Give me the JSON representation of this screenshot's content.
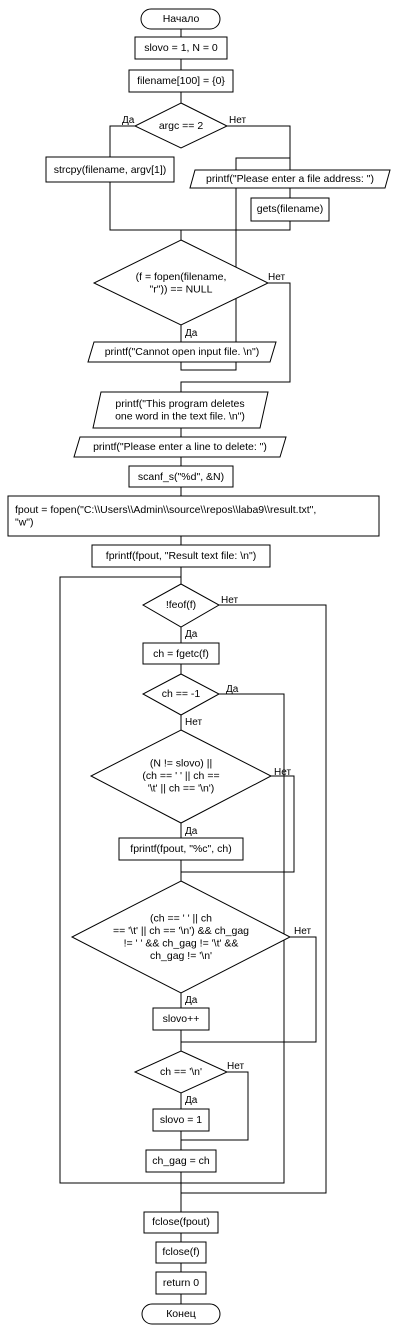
{
  "nodes": {
    "start": [
      "Начало"
    ],
    "init": [
      "slovo = 1, N = 0"
    ],
    "filename_decl": [
      "filename[100] = {0}"
    ],
    "argc_check": [
      "argc == 2"
    ],
    "strcpy": [
      "strcpy(filename, argv[1])"
    ],
    "prompt_file": [
      "printf(\"Please enter a file address: \")"
    ],
    "gets": [
      "gets(filename)"
    ],
    "fopen_check": [
      "(f = fopen(filename,",
      "\"r\")) == NULL"
    ],
    "cannot_open": [
      "printf(\"Cannot open input file. \\n\")"
    ],
    "program_info": [
      "printf(\"This program deletes",
      "one word in the text file. \\n\")"
    ],
    "prompt_line": [
      "printf(\"Please enter a line to delete: \")"
    ],
    "scanf": [
      "scanf_s(\"%d\", &N)"
    ],
    "fpout_open": [
      "fpout = fopen(\"C:\\\\Users\\\\Admin\\\\source\\\\repos\\\\laba9\\\\result.txt\",",
      "\"w\")"
    ],
    "fprintf_header": [
      "fprintf(fpout, \"Result text file: \\n\")"
    ],
    "feof_check": [
      "!feof(f)"
    ],
    "fgetc": [
      "ch = fgetc(f)"
    ],
    "eof_char_check": [
      "ch == -1"
    ],
    "slovo_check": [
      "(N != slovo) ||",
      "(ch == ' ' || ch ==",
      "'\\t' || ch == '\\n')"
    ],
    "fprintf_char": [
      "fprintf(fpout, \"%c\", ch)"
    ],
    "word_boundary_check": [
      "(ch == ' ' || ch",
      "== '\\t' || ch == '\\n') && ch_gag",
      "!= ' ' && ch_gag != '\\t' &&",
      "ch_gag != '\\n'"
    ],
    "slovo_inc": [
      "slovo++"
    ],
    "newline_check": [
      "ch == '\\n'"
    ],
    "slovo_reset": [
      "slovo = 1"
    ],
    "gag_assign": [
      "ch_gag = ch"
    ],
    "fclose_fpout": [
      "fclose(fpout)"
    ],
    "fclose_f": [
      "fclose(f)"
    ],
    "return": [
      "return 0"
    ],
    "end": [
      "Конец"
    ]
  },
  "labels": {
    "yes": "Да",
    "no": "Нет"
  }
}
